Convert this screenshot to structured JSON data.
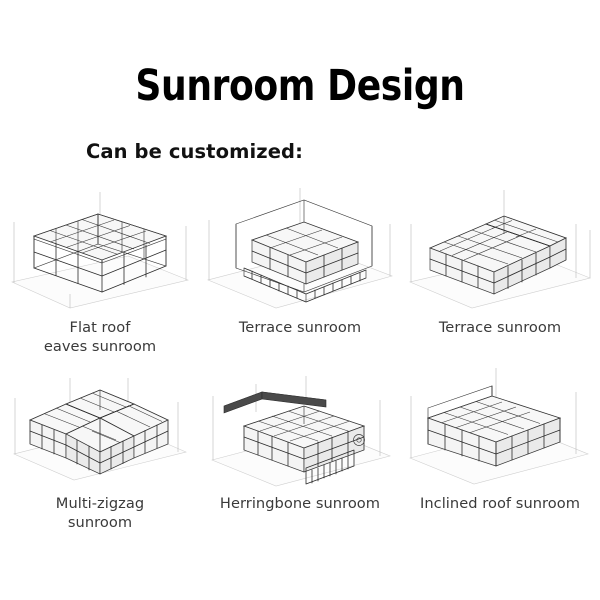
{
  "page": {
    "background_color": "#ffffff",
    "text_color": "#3a3a3a",
    "title_color": "#000000"
  },
  "header": {
    "title": "Sunroom Design",
    "subtitle": "Can be customized:"
  },
  "gallery": {
    "rows": [
      {
        "items": [
          {
            "label": "Flat roof\neaves sunroom",
            "drawing": "flat-roof-eaves-sunroom-drawing"
          },
          {
            "label": "Terrace sunroom",
            "drawing": "terrace-sunroom-balcony-drawing"
          },
          {
            "label": "Terrace sunroom",
            "drawing": "terrace-sunroom-gable-drawing"
          }
        ]
      },
      {
        "items": [
          {
            "label": "Multi-zigzag\nsunroom",
            "drawing": "multi-zigzag-sunroom-drawing"
          },
          {
            "label": "Herringbone sunroom",
            "drawing": "herringbone-sunroom-drawing"
          },
          {
            "label": "Inclined roof sunroom",
            "drawing": "inclined-roof-sunroom-drawing"
          }
        ]
      }
    ]
  }
}
